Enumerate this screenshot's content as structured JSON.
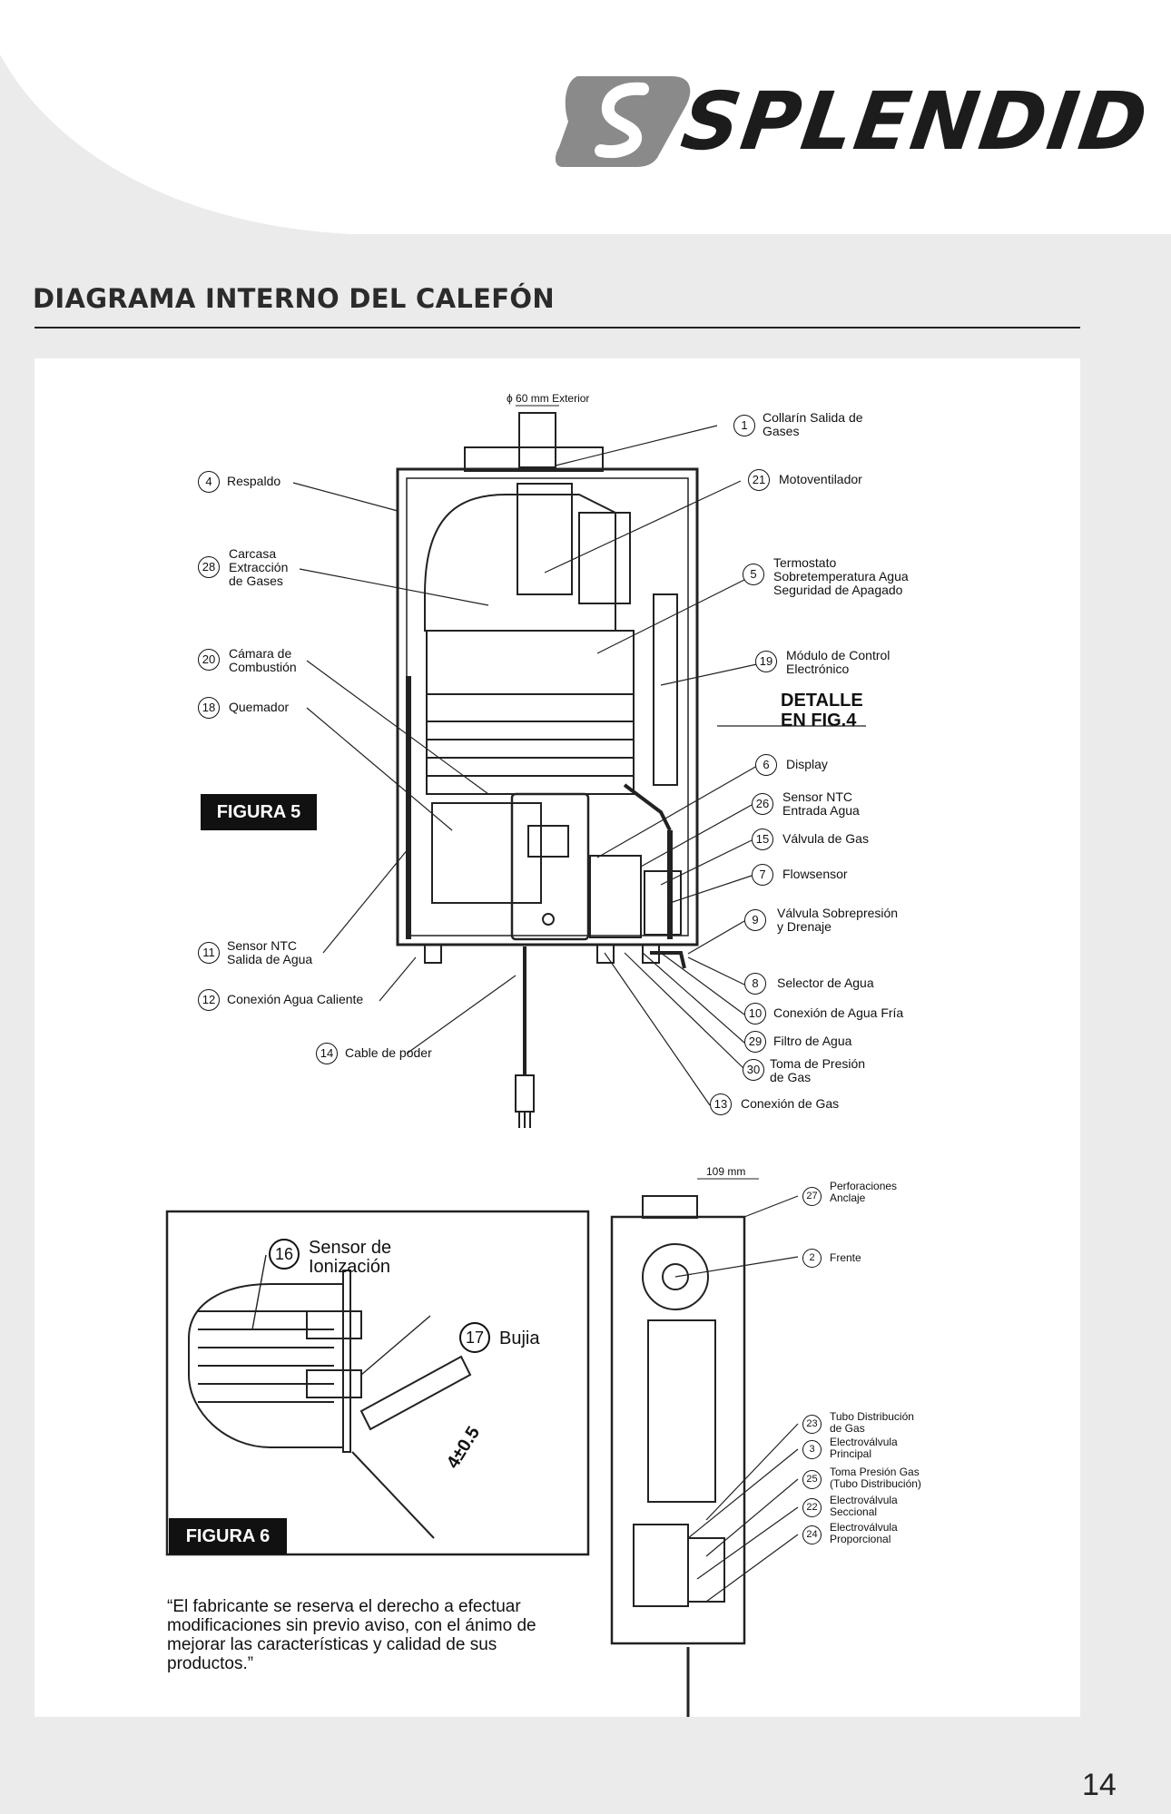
{
  "brand": {
    "name": "SPLENDID"
  },
  "section_title": "DIAGRAMA INTERNO DEL CALEFÓN",
  "dimensions": {
    "top_diameter": "ϕ 60 mm Exterior",
    "side_width": "109 mm",
    "gap": "4±0.5"
  },
  "figure5": {
    "badge": "FIGURA 5",
    "detail_note": "DETALLE\nEN FIG.4",
    "parts": [
      {
        "num": "1",
        "label": "Collarín Salida de\nGases"
      },
      {
        "num": "21",
        "label": "Motoventilador"
      },
      {
        "num": "5",
        "label": "Termostato\nSobretemperatura Agua\nSeguridad de Apagado"
      },
      {
        "num": "19",
        "label": "Módulo de Control\nElectrónico"
      },
      {
        "num": "6",
        "label": "Display"
      },
      {
        "num": "26",
        "label": "Sensor NTC\nEntrada Agua"
      },
      {
        "num": "15",
        "label": "Válvula de Gas"
      },
      {
        "num": "7",
        "label": "Flowsensor"
      },
      {
        "num": "9",
        "label": "Válvula  Sobrepresión\ny Drenaje"
      },
      {
        "num": "8",
        "label": "Selector de Agua"
      },
      {
        "num": "10",
        "label": "Conexión de Agua Fría"
      },
      {
        "num": "29",
        "label": "Filtro de Agua"
      },
      {
        "num": "30",
        "label": "Toma de Presión\nde Gas"
      },
      {
        "num": "13",
        "label": "Conexión de Gas"
      },
      {
        "num": "4",
        "label": "Respaldo"
      },
      {
        "num": "28",
        "label": "Carcasa\nExtracción\nde Gases"
      },
      {
        "num": "20",
        "label": "Cámara de\nCombustión"
      },
      {
        "num": "18",
        "label": "Quemador"
      },
      {
        "num": "11",
        "label": "Sensor NTC\nSalida de Agua"
      },
      {
        "num": "12",
        "label": "Conexión Agua Caliente"
      },
      {
        "num": "14",
        "label": "Cable de poder"
      }
    ]
  },
  "figure6": {
    "badge": "FIGURA 6",
    "parts": [
      {
        "num": "16",
        "label": "Sensor de\nIonización"
      },
      {
        "num": "17",
        "label": "Bujia"
      }
    ]
  },
  "side_view": {
    "parts": [
      {
        "num": "27",
        "label": "Perforaciones\nAnclaje"
      },
      {
        "num": "2",
        "label": "Frente"
      },
      {
        "num": "23",
        "label": "Tubo Distribución\nde Gas"
      },
      {
        "num": "3",
        "label": "Electroválvula\nPrincipal"
      },
      {
        "num": "25",
        "label": "Toma Presión Gas\n(Tubo Distribución)"
      },
      {
        "num": "22",
        "label": "Electroválvula\nSeccional"
      },
      {
        "num": "24",
        "label": "Electroválvula\nProporcional"
      }
    ]
  },
  "disclaimer": "“El fabricante se reserva el derecho a efectuar\nmodificaciones sin previo aviso, con el ánimo de\nmejorar las características y calidad de sus\nproductos.”",
  "page_number": "14",
  "colors": {
    "background": "#ebebeb",
    "panel": "#ffffff",
    "badge": "#111111",
    "logo_gray": "#8a8a8a"
  }
}
